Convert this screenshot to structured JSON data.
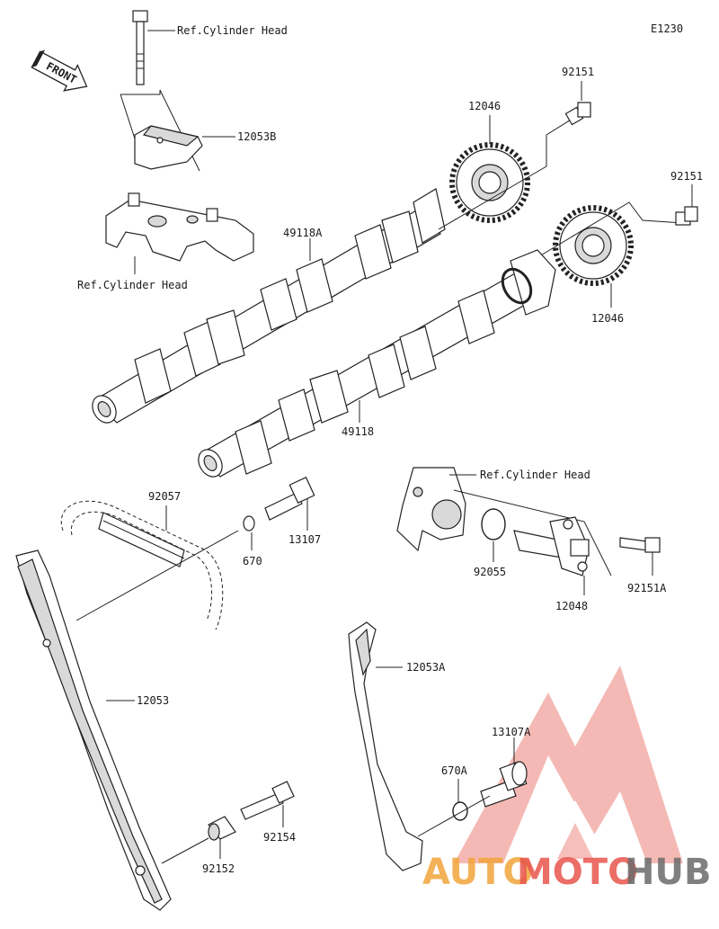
{
  "diagram_code": "E1230",
  "front_label": "FRONT",
  "refs": {
    "ref_top": "Ref.Cylinder Head",
    "ref_left": "Ref.Cylinder Head",
    "ref_right": "Ref.Cylinder Head"
  },
  "parts": {
    "p_92151_top": "92151",
    "p_12046_top": "12046",
    "p_92151_mid": "92151",
    "p_12046_bottom": "12046",
    "p_12053B": "12053B",
    "p_49118A": "49118A",
    "p_49118": "49118",
    "p_92057": "92057",
    "p_13107": "13107",
    "p_670": "670",
    "p_92055": "92055",
    "p_12048": "12048",
    "p_92151A": "92151A",
    "p_12053A": "12053A",
    "p_12053": "12053",
    "p_13107A": "13107A",
    "p_670A": "670A",
    "p_92154": "92154",
    "p_92152": "92152"
  },
  "watermark": {
    "auto": "AUTO",
    "moto": "MOTO",
    "hub": "HUB"
  },
  "colors": {
    "line": "#222222",
    "part_fill": "#ffffff",
    "part_shade": "#d9d9d9",
    "watermark_red": "#e8554d",
    "watermark_orange": "#f2a53a",
    "watermark_gray": "#6b6b6b"
  }
}
